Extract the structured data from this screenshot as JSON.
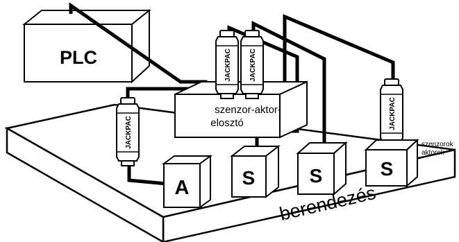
{
  "diagram": {
    "plc_label": "PLC",
    "distributor_line1": "szenzor-aktor-",
    "distributor_line2": "elosztó",
    "platform_label": "berendezés",
    "side_label_1": "szenzorok",
    "side_label_2": "aktorok",
    "module_labels": [
      "A",
      "S",
      "S",
      "S"
    ],
    "connector_label": "JACKPAC",
    "colors": {
      "fill": "#ffffff",
      "line": "#000000"
    }
  }
}
